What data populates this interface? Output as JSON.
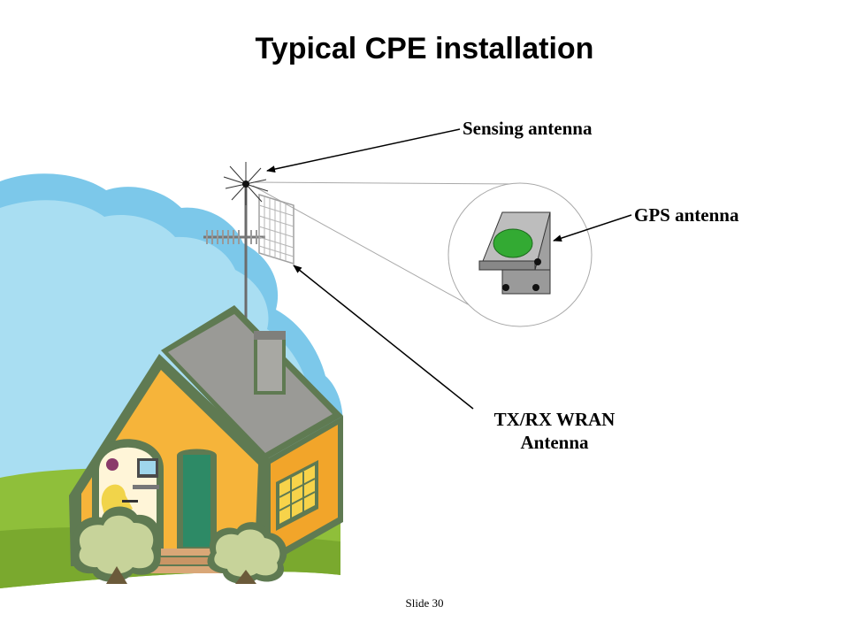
{
  "slide": {
    "title": "Typical CPE installation",
    "slide_number": "Slide 30"
  },
  "callouts": {
    "sensing_antenna": "Sensing antenna",
    "gps_antenna": "GPS antenna",
    "txrx_line1": "TX/RX WRAN",
    "txrx_line2": "Antenna"
  },
  "colors": {
    "sky": "#8fd3ee",
    "grass": "#8fbf3a",
    "wall": "#f6b43a",
    "roof": "#9a9a96",
    "trim": "#5f7a52",
    "gps_dome": "#33aa33",
    "gps_body": "#a0a0a0"
  }
}
